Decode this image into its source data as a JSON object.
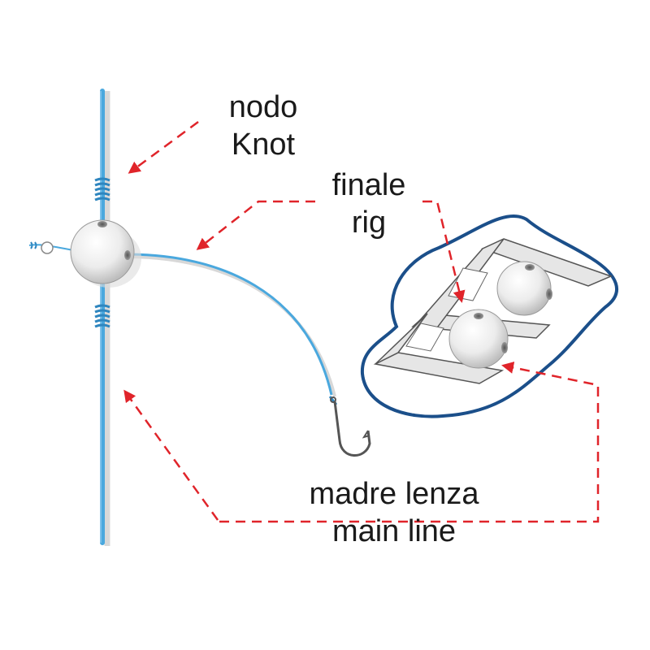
{
  "labels": {
    "knot": {
      "it": "nodo",
      "en": "Knot"
    },
    "rig": {
      "it": "finale",
      "en": "rig"
    },
    "main_line": {
      "it": "madre lenza",
      "en": "main line"
    }
  },
  "colors": {
    "line": "#4aa8de",
    "line_dark": "#2f86bf",
    "arrow": "#e0242a",
    "outline": "#1b4f8a",
    "bead_fill": "#f2f2f2",
    "shadow": "#d8d8d8",
    "text": "#1a1a1a"
  }
}
